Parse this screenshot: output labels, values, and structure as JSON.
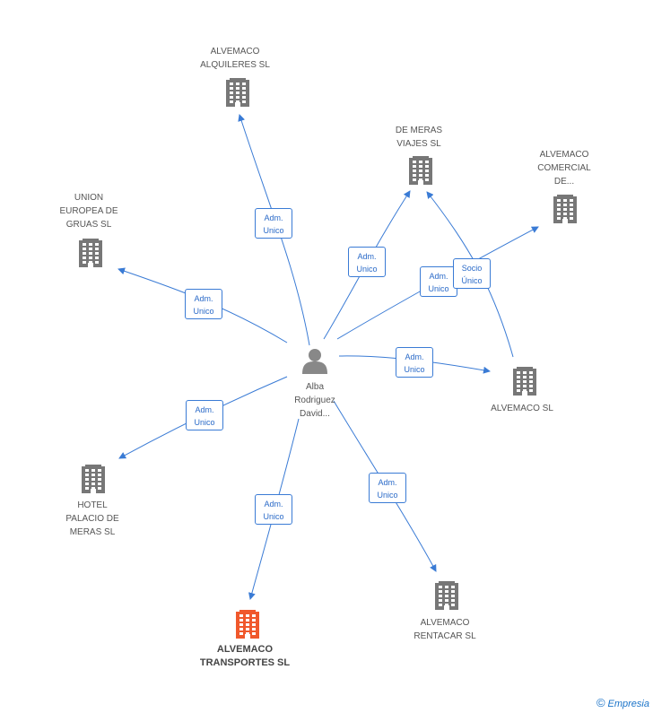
{
  "colors": {
    "edge": "#3a7bd5",
    "building": "#777777",
    "building_main": "#f0582c",
    "person": "#888888"
  },
  "center": {
    "name": "Alba\nRodriguez\nDavid...",
    "icon": "person-icon"
  },
  "companies": [
    {
      "id": "alquileres",
      "name": "ALVEMACO\nALQUILERES SL",
      "main": false
    },
    {
      "id": "demeras",
      "name": "DE MERAS\nVIAJES  SL",
      "main": false
    },
    {
      "id": "comercial",
      "name": "ALVEMACO\nCOMERCIAL\nDE...",
      "main": false
    },
    {
      "id": "union",
      "name": "UNION\nEUROPEA DE\nGRUAS SL",
      "main": false
    },
    {
      "id": "alvemaco",
      "name": "ALVEMACO SL",
      "main": false
    },
    {
      "id": "hotel",
      "name": "HOTEL\nPALACIO DE\nMERAS SL",
      "main": false
    },
    {
      "id": "transportes",
      "name": "ALVEMACO\nTRANSPORTES SL",
      "main": true
    },
    {
      "id": "rentacar",
      "name": "ALVEMACO\nRENTACAR SL",
      "main": false
    }
  ],
  "edges": [
    {
      "from": "center",
      "to": "alquileres",
      "label": "Adm.\nUnico"
    },
    {
      "from": "center",
      "to": "demeras",
      "label": "Adm.\nUnico"
    },
    {
      "from": "center",
      "to": "comercial",
      "label": "Adm.\nUnico"
    },
    {
      "from": "center",
      "to": "union",
      "label": "Adm.\nUnico"
    },
    {
      "from": "center",
      "to": "alvemaco",
      "label": "Adm.\nUnico"
    },
    {
      "from": "center",
      "to": "hotel",
      "label": "Adm.\nUnico"
    },
    {
      "from": "center",
      "to": "transportes",
      "label": "Adm.\nUnico"
    },
    {
      "from": "center",
      "to": "rentacar",
      "label": "Adm.\nUnico"
    },
    {
      "from": "alvemaco",
      "to": "demeras",
      "label": "Socio\nÚnico"
    }
  ],
  "watermark": {
    "symbol": "©",
    "brand": "Empresia"
  }
}
